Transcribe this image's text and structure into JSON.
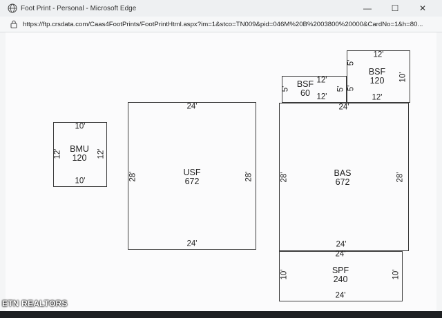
{
  "window": {
    "title": "Foot Print - Personal - Microsoft Edge",
    "minimize_glyph": "—",
    "maximize_glyph": "☐",
    "close_glyph": "✕"
  },
  "address_bar": {
    "url": "https://ftp.crsdata.com/Caas4FootPrints/FootPrintHtml.aspx?im=1&stco=TN009&pid=046M%20B%2003800%20000&CardNo=1&h=80..."
  },
  "sketch": {
    "bmu": {
      "code": "BMU",
      "area": "120",
      "top": "10'",
      "bottom": "10'",
      "left": "12'",
      "right": "12'"
    },
    "usf": {
      "code": "USF",
      "area": "672",
      "top": "24'",
      "bottom": "24'",
      "left": "28'",
      "right": "28'"
    },
    "bas": {
      "code": "BAS",
      "area": "672",
      "top": "24'",
      "bottom": "24'",
      "left": "28'",
      "right": "28'"
    },
    "bsf_small": {
      "code": "BSF",
      "area": "60",
      "top": "12'",
      "bottom": "12'",
      "left": "5'",
      "right": "5'"
    },
    "bsf_large": {
      "code": "BSF",
      "area": "120",
      "top": "12'",
      "bottom": "12'",
      "left_top": "5'",
      "left_bottom": "5'",
      "right": "10'"
    },
    "spf": {
      "code": "SPF",
      "area": "240",
      "top": "24'",
      "bottom": "24'",
      "left": "10'",
      "right": "10'"
    }
  },
  "watermark": "ETN REALTORS"
}
